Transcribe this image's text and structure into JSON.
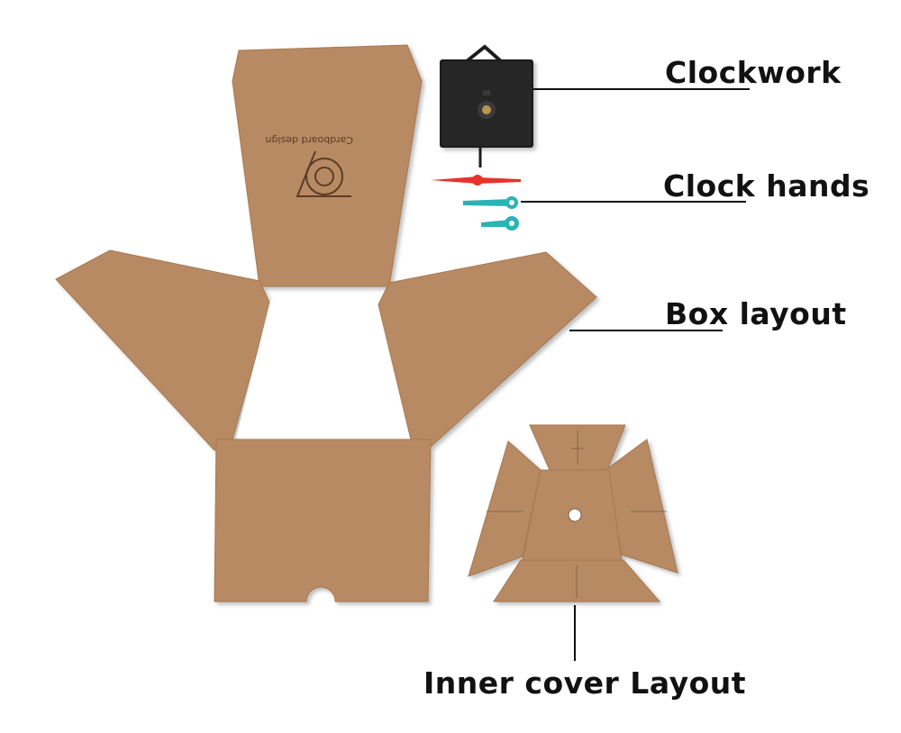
{
  "labels": {
    "clockwork": "Clockwork",
    "clock_hands": "Clock hands",
    "box_layout": "Box layout",
    "inner_cover_layout": "Inner cover Layout"
  },
  "logo": {
    "text": "Cardboard design"
  },
  "colors": {
    "cardboard": "#b88a63",
    "cardboard_shade": "#a8784f",
    "clockwork_body": "#1c1c1c",
    "second_hand": "#e8332c",
    "hour_minute_hands": "#2ab3b7",
    "line": "#111111"
  }
}
